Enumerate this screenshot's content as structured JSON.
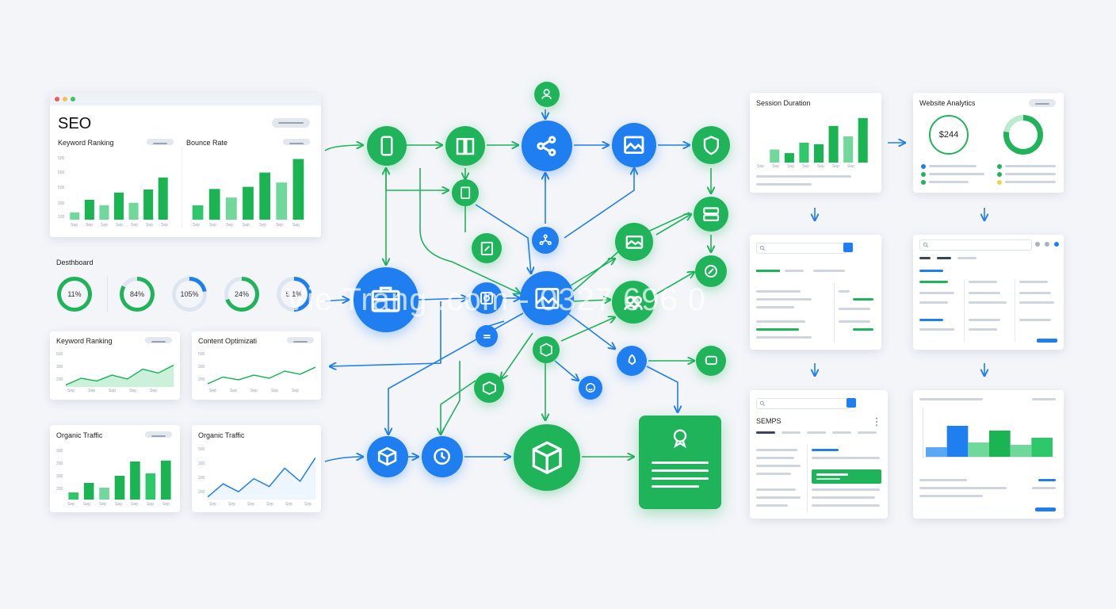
{
  "seo": {
    "title": "SEO",
    "left_label": "Keyword Ranking",
    "right_label": "Bounce Rate",
    "yticks": [
      "500",
      "500",
      "500",
      "200",
      "100"
    ],
    "xticks": [
      "Sep",
      "Sep",
      "Sep",
      "Sep",
      "Sep",
      "Sep",
      "Sep"
    ]
  },
  "dashboard": {
    "label": "Desthboard",
    "rings": [
      "11%",
      "84%",
      "105%",
      "24%",
      "5.1%"
    ]
  },
  "keyword_card": {
    "title": "Keyword Ranking",
    "yticks": [
      "500",
      "300",
      "200"
    ],
    "xticks": [
      "Sep",
      "Sep",
      "Sep",
      "Sep",
      "Sep"
    ]
  },
  "content_card": {
    "title": "Content Optimizati",
    "yticks": [
      "500",
      "300",
      "200"
    ],
    "xticks": [
      "Sep",
      "Sep",
      "Sep",
      "Sep",
      "Sep"
    ]
  },
  "organic1": {
    "title": "Organic Traffic",
    "yticks": [
      "300",
      "200",
      "300",
      "200"
    ],
    "xticks": [
      "Sep",
      "Sep",
      "Sep",
      "Sep",
      "Sep",
      "Sep",
      "Sep"
    ]
  },
  "organic2": {
    "title": "Organic Traffic",
    "yticks": [
      "500",
      "300",
      "200",
      "200"
    ],
    "xticks": [
      "Sep",
      "Sep",
      "Sep",
      "Sep",
      "Sep",
      "Sep"
    ]
  },
  "session": {
    "title": "Session Duration",
    "xticks": [
      "Sep",
      "Sep",
      "Sep",
      "Sep",
      "Sep",
      "Sep",
      "Sep"
    ]
  },
  "analytics": {
    "title": "Website Analytics",
    "value": "$244"
  },
  "serps": {
    "title": "SEMPS"
  },
  "watermark": "Vie Trang .com - 0327 696 0",
  "colors": {
    "green": "#1fb45a",
    "blue": "#1f7ef0",
    "bg": "#f3f5f9"
  },
  "chart_data": [
    {
      "type": "bar",
      "title": "Keyword Ranking",
      "values": [
        12,
        33,
        24,
        45,
        28,
        50,
        70
      ]
    },
    {
      "type": "bar",
      "title": "Bounce Rate",
      "values": [
        20,
        43,
        31,
        46,
        66,
        52,
        85
      ]
    },
    {
      "type": "area",
      "title": "Keyword Ranking",
      "values": [
        5,
        22,
        15,
        30,
        20,
        45,
        35,
        55
      ]
    },
    {
      "type": "line",
      "title": "Content Optimizati",
      "values": [
        8,
        25,
        18,
        30,
        22,
        40,
        32,
        50
      ]
    },
    {
      "type": "bar",
      "title": "Organic Traffic",
      "values": [
        15,
        35,
        25,
        50,
        80,
        55,
        82
      ]
    },
    {
      "type": "line",
      "title": "Organic Traffic",
      "values": [
        5,
        30,
        15,
        40,
        25,
        60,
        35,
        80
      ]
    },
    {
      "type": "bar",
      "title": "Session Duration",
      "values": [
        25,
        18,
        38,
        35,
        70,
        50,
        85
      ]
    },
    {
      "type": "bar",
      "values": [
        20,
        65,
        30,
        55,
        25,
        40
      ]
    }
  ]
}
